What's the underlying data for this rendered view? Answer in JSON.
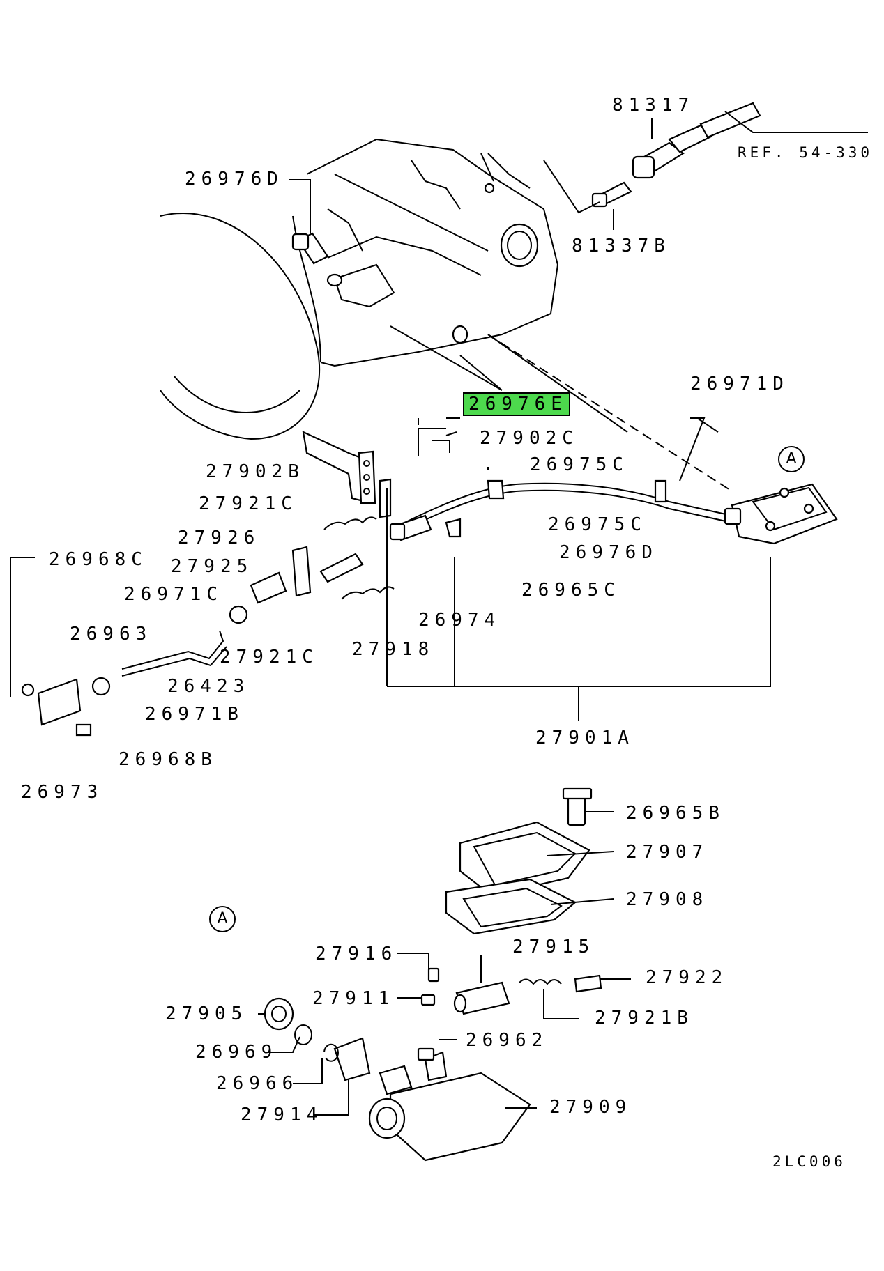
{
  "diagram_code": "2LC006",
  "reference": "REF. 54-330",
  "callouts": {
    "A_top": "A",
    "A_bottom": "A"
  },
  "parts": {
    "p81317": "81317",
    "p81337B": "81337B",
    "p26976D_top": "26976D",
    "p26976E": "26976E",
    "p26971D_right": "26971D",
    "p27902C": "27902C",
    "p26975C_a": "26975C",
    "p26975C_b": "26975C",
    "p26976D_mid": "26976D",
    "p26965C": "26965C",
    "p27902B": "27902B",
    "p27921C_a": "27921C",
    "p27926": "27926",
    "p27925": "27925",
    "p26968C": "26968C",
    "p26971C": "26971C",
    "p26963": "26963",
    "p27921C_b": "27921C",
    "p27918": "27918",
    "p26974": "26974",
    "p26423": "26423",
    "p26971B": "26971B",
    "p26968B": "26968B",
    "p26973": "26973",
    "p27901A": "27901A",
    "p26965B": "26965B",
    "p27907": "27907",
    "p27908": "27908",
    "p27916": "27916",
    "p27915": "27915",
    "p27922": "27922",
    "p27911": "27911",
    "p27921B": "27921B",
    "p27905": "27905",
    "p26962": "26962",
    "p26969": "26969",
    "p26966": "26966",
    "p27914": "27914",
    "p27909": "27909"
  },
  "highlight_color": "#4dd94d"
}
